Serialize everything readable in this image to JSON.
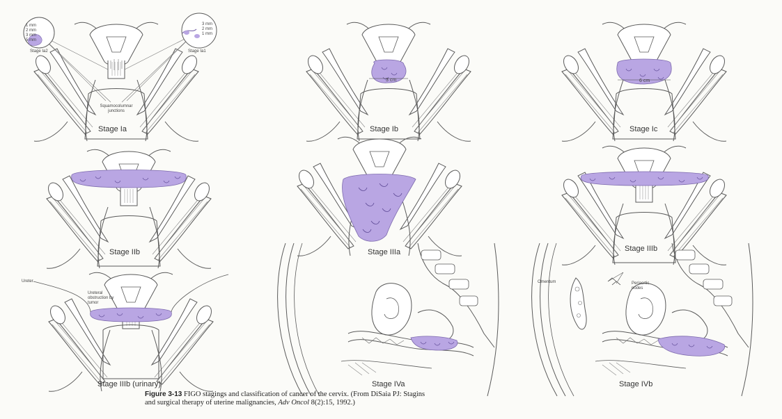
{
  "colors": {
    "tumor": "#a68fd6",
    "tumor_fill": "#b9a6e3",
    "line": "#5a5a5a",
    "paper": "#fbfbf8"
  },
  "panels": [
    {
      "id": "ia",
      "label": "Stage Ia"
    },
    {
      "id": "ib",
      "label": "Stage Ib"
    },
    {
      "id": "ic",
      "label": "Stage Ic"
    },
    {
      "id": "iib",
      "label": "Stage IIb"
    },
    {
      "id": "iiia",
      "label": "Stage IIIa"
    },
    {
      "id": "iiib",
      "label": "Stage IIIb"
    },
    {
      "id": "iiib-urinary",
      "label": "Stage IIIb (urinary)"
    },
    {
      "id": "iva",
      "label": "Stage IVa"
    },
    {
      "id": "ivb",
      "label": "Stage IVb"
    }
  ],
  "annotations": {
    "stage_ia2": "Stage Ia2",
    "stage_ia1": "Stage Ia1",
    "mm_left": [
      "1 mm",
      "2 mm",
      "3 mm",
      "5 mm"
    ],
    "mm_right": [
      "3 mm",
      "2 mm",
      "1 mm"
    ],
    "junction": "Squamocolumnar junctions",
    "ib_width": "3 cm",
    "ic_width": "6 cm",
    "ureter": "Ureter",
    "ureteral_obstruction": "Ureteral obstruction by tumor",
    "omentum": "Omentum",
    "periaortic": "Periaortic nodes"
  },
  "caption": {
    "figure_label": "Figure 3-13",
    "text_line1": "FIGO stagings and classification of cancer of the cervix. (From DiSaia PJ: Stagins",
    "text_line2a": "and surgical therapy of uterine malignancies,",
    "journal": "Adv Oncol",
    "text_line2b": "8(2):15, 1992.)"
  }
}
